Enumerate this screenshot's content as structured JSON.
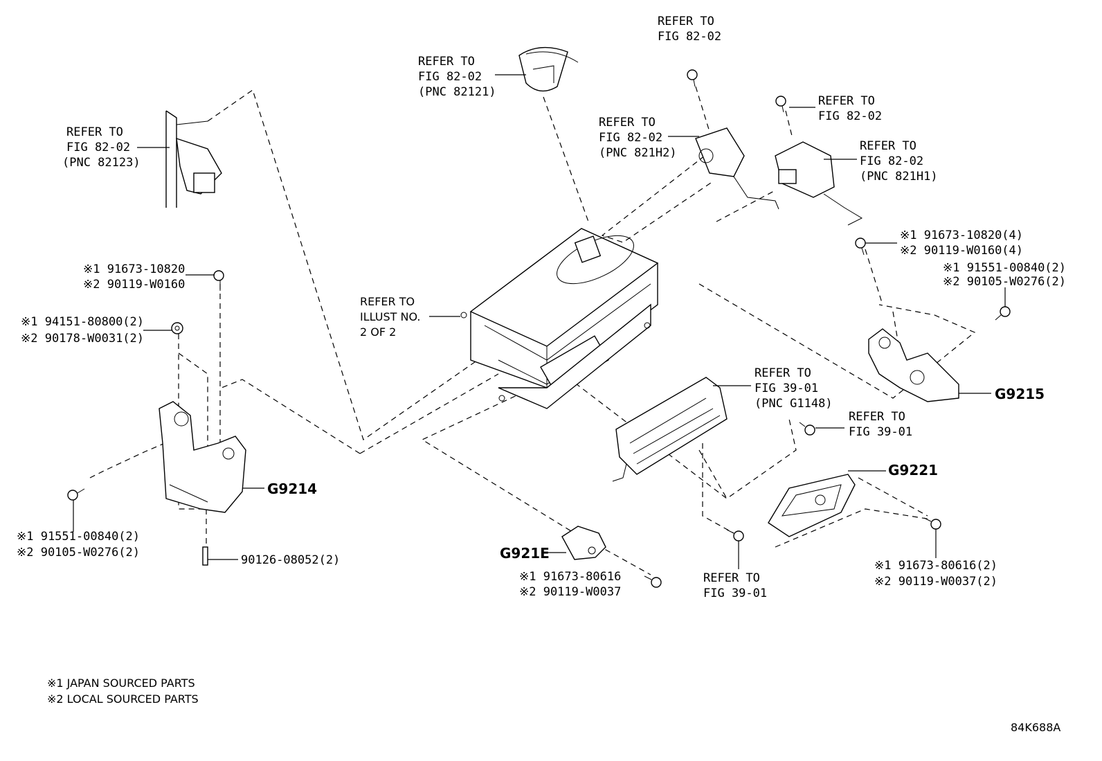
{
  "labels": {
    "ref_82123": [
      "REFER TO",
      "FIG 82-02",
      "(PNC 82123)"
    ],
    "ref_82121": [
      "REFER TO",
      "FIG 82-02",
      "(PNC 82121)"
    ],
    "ref_top": [
      "REFER TO",
      "FIG 82-02"
    ],
    "ref_821h2": [
      "REFER TO",
      "FIG 82-02",
      "(PNC 821H2)"
    ],
    "ref_right_top": [
      "REFER TO",
      "FIG 82-02"
    ],
    "ref_821h1": [
      "REFER TO",
      "FIG 82-02",
      "(PNC 821H1)"
    ],
    "ref_illust": [
      "REFER TO",
      "ILLUST NO.",
      "2 OF 2"
    ],
    "ref_g1148": [
      "REFER TO",
      "FIG 39-01",
      "(PNC G1148)"
    ],
    "ref_39_right": [
      "REFER TO",
      "FIG 39-01"
    ],
    "ref_39_bottom": [
      "REFER TO",
      "FIG 39-01"
    ]
  },
  "parts": {
    "bolt_left_top": [
      "※1 91673-10820",
      "※2 90119-W0160"
    ],
    "nut_left": [
      "※1 94151-80800(2)",
      "※2 90178-W0031(2)"
    ],
    "bolt_left_bottom": [
      "※1 91551-00840(2)",
      "※2 90105-W0276(2)"
    ],
    "stud": "90126-08052(2)",
    "bolt_right_4": [
      "※1 91673-10820(4)",
      "※2 90119-W0160(4)"
    ],
    "bolt_right_2": [
      "※1 91551-00840(2)",
      "※2 90105-W0276(2)"
    ],
    "bolt_g921e": [
      "※1 91673-80616",
      "※2 90119-W0037"
    ],
    "bolt_g9221": [
      "※1 91673-80616(2)",
      "※2 90119-W0037(2)"
    ]
  },
  "part_numbers": {
    "g9214": "G9214",
    "g9215": "G9215",
    "g9221": "G9221",
    "g921e": "G921E"
  },
  "legend": [
    "※1 JAPAN SOURCED PARTS",
    "※2 LOCAL SOURCED PARTS"
  ],
  "illustration_id": "84K688A"
}
